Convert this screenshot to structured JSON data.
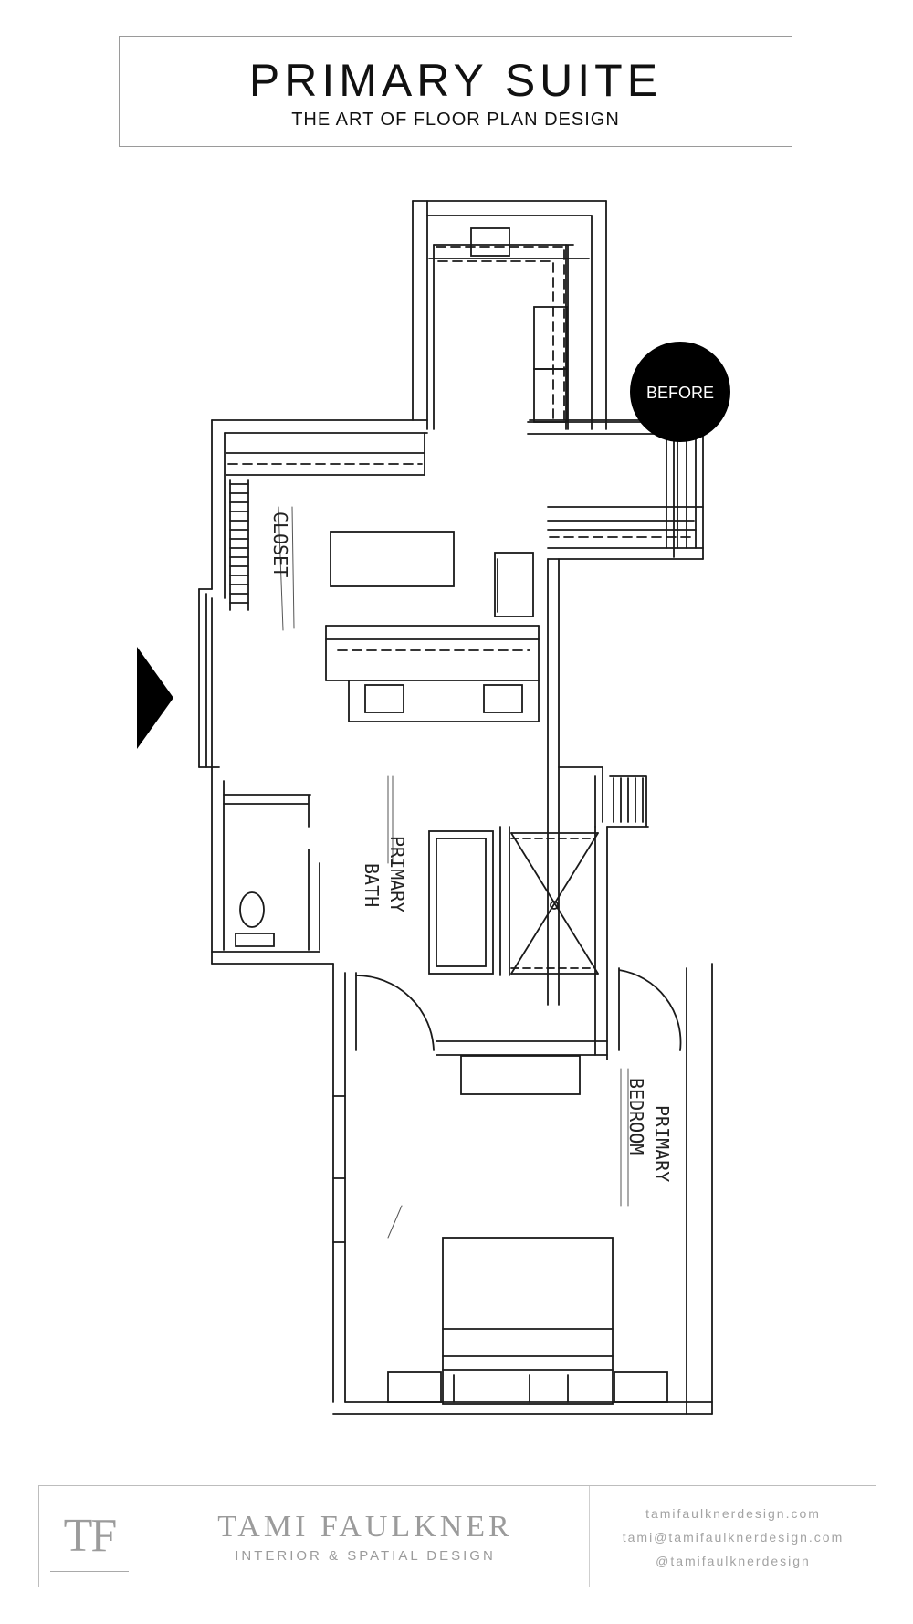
{
  "header": {
    "title": "PRIMARY SUITE",
    "subtitle": "THE ART OF FLOOR PLAN DESIGN"
  },
  "plan": {
    "badge": "BEFORE",
    "room_labels": {
      "closet": "CLOSET",
      "bath": [
        "PRIMARY",
        "BATH"
      ],
      "bedroom": [
        "PRIMARY",
        "BEDROOM"
      ]
    },
    "colors": {
      "badge": "#000000",
      "ink": "#1a1a1a"
    }
  },
  "footer": {
    "logo": "TF",
    "name": "TAMI FAULKNER",
    "tagline": "INTERIOR & SPATIAL DESIGN",
    "website": "tamifaulknerdesign.com",
    "email": "tami@tamifaulknerdesign.com",
    "social": "@tamifaulknerdesign",
    "colors": {
      "text": "#9b9b9b"
    }
  }
}
